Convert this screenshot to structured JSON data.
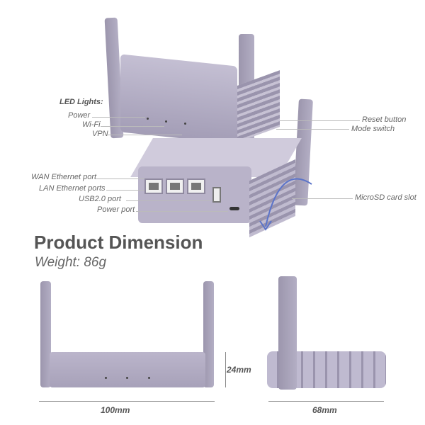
{
  "labels": {
    "led_title": "LED Lights:",
    "power": "Power",
    "wifi": "Wi-Fi",
    "vpn": "VPN",
    "wan": "WAN Ethernet port",
    "lan": "LAN Ethernet ports",
    "usb": "USB2.0 port",
    "power_port": "Power port",
    "reset": "Reset button",
    "mode": "Mode switch",
    "microsd": "MicroSD card slot"
  },
  "dimension": {
    "title": "Product Dimension",
    "weight": "Weight: 86g",
    "height": "24mm",
    "width": "100mm",
    "depth": "68mm"
  },
  "colors": {
    "device": "#a59fb8",
    "accent": "#5b74c9"
  }
}
